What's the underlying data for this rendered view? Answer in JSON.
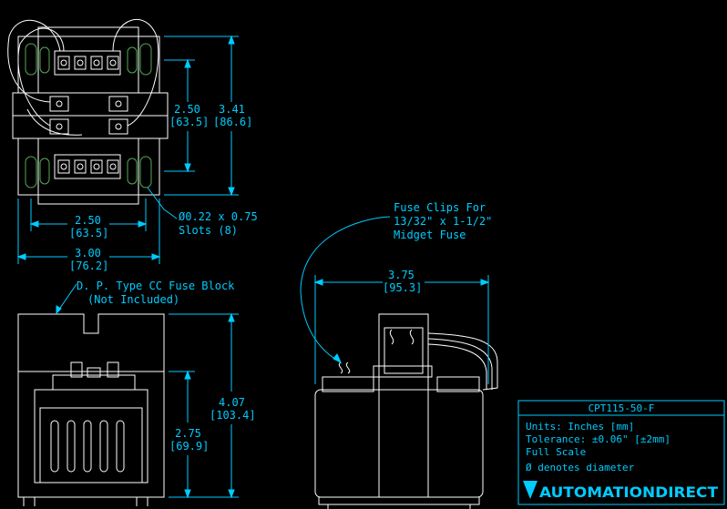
{
  "colors": {
    "background": "#000000",
    "dimension": "#00CCFF",
    "part": "#FFFFFF",
    "slot": "#55AA55"
  },
  "dimensions": {
    "top_height_inner": {
      "value": "2.50",
      "metric": "[63.5]"
    },
    "top_height_outer": {
      "value": "3.41",
      "metric": "[86.6]"
    },
    "top_width_slots": {
      "value": "2.50",
      "metric": "[63.5]"
    },
    "top_width_overall": {
      "value": "3.00",
      "metric": "[76.2]"
    },
    "front_height_overall": {
      "value": "4.07",
      "metric": "[103.4]"
    },
    "front_height_body": {
      "value": "2.75",
      "metric": "[69.9]"
    },
    "side_width_overall": {
      "value": "3.75",
      "metric": "[95.3]"
    }
  },
  "callouts": {
    "slots": {
      "line1": "Ø0.22 x 0.75",
      "line2": "Slots (8)"
    },
    "fuse_block": {
      "line1": "D. P. Type CC Fuse Block",
      "line2": "(Not Included)"
    },
    "fuse_clips": {
      "line1": "Fuse Clips For",
      "line2": "13/32\" x 1-1/2\"",
      "line3": "Midget Fuse"
    }
  },
  "title_block": {
    "part_number": "CPT115-50-F",
    "units": "Units: Inches [mm]",
    "tolerance": "Tolerance: ±0.06\" [±2mm]",
    "scale": "Full Scale",
    "diameter_note": "Ø denotes diameter",
    "brand": "AUTOMATIONDIRECT"
  }
}
